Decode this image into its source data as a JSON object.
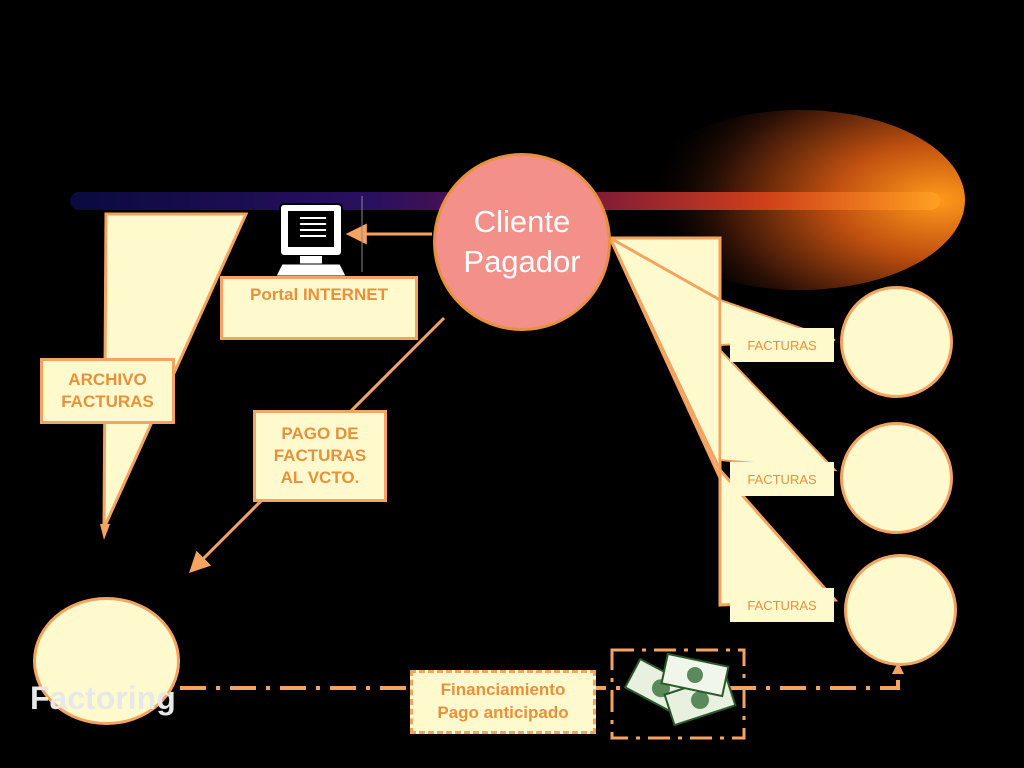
{
  "nodes": {
    "client": "Cliente\nPagador",
    "portal": "Portal INTERNET",
    "archivo": "ARCHIVO\nFACTURAS",
    "pago": "PAGO  DE\nFACTURAS\nAL VCTO.",
    "factoring": "Factoring",
    "facturas": [
      "FACTURAS",
      "FACTURAS",
      "FACTURAS"
    ],
    "financiamiento": "Financiamiento\nPago anticipado"
  },
  "icons": {
    "computer": "computer-icon",
    "money": "money-bills-icon"
  },
  "colors": {
    "background": "#000000",
    "box_fill": "#fffacd",
    "box_border": "#f4a460",
    "label_text": "#e8913a",
    "client_fill": "#f4908a",
    "client_text": "#ffffff",
    "comet": "#ff8c00"
  }
}
